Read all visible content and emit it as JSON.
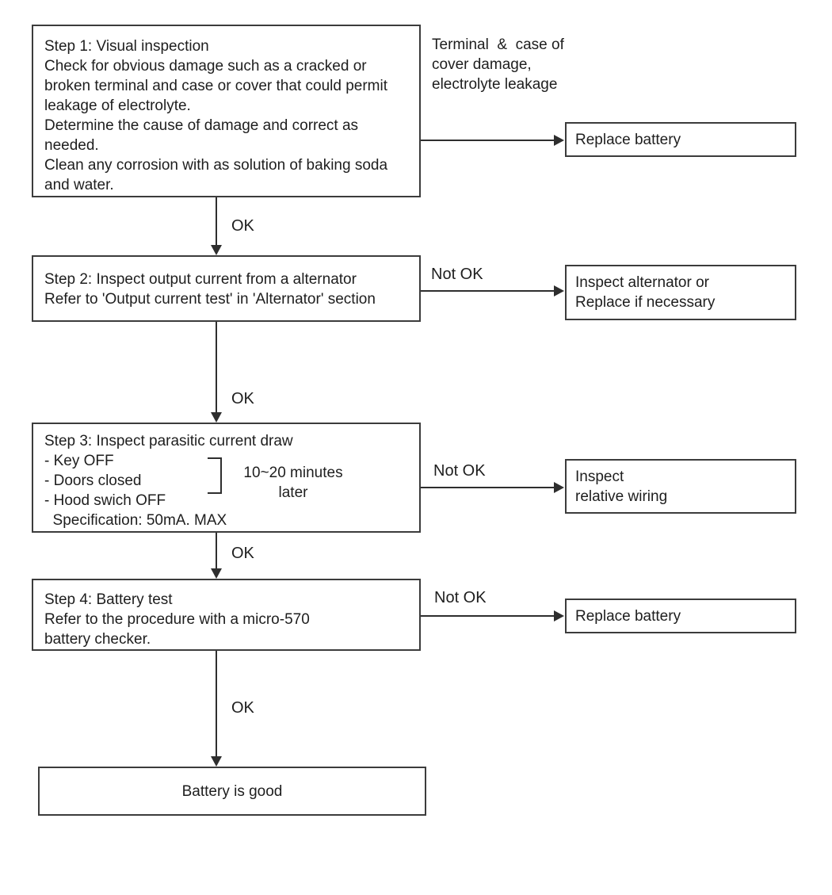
{
  "colors": {
    "background": "#ffffff",
    "box_border": "#3c3c3c",
    "connector_line": "#2e2e2e",
    "text": "#1e1e1e"
  },
  "nodes": {
    "step1": {
      "lines": [
        "Step 1: Visual inspection",
        "Check for obvious damage such as a cracked or",
        "broken terminal and case or cover that could permit",
        "leakage of electrolyte.",
        "Determine the cause of damage and correct as",
        "needed.",
        "Clean any corrosion with as solution of baking soda",
        "and water."
      ]
    },
    "terminal_note": {
      "lines": [
        "Terminal  &  case of",
        "cover damage,",
        "electrolyte leakage"
      ]
    },
    "replace_battery_1": {
      "label": "Replace battery"
    },
    "step2": {
      "lines": [
        "Step 2: Inspect output current from a alternator",
        "Refer to 'Output current test' in 'Alternator' section"
      ]
    },
    "inspect_alternator": {
      "lines": [
        "Inspect alternator or",
        "Replace if necessary"
      ]
    },
    "step3": {
      "lines": [
        "Step 3: Inspect parasitic current draw",
        "- Key OFF",
        "- Doors closed",
        "- Hood swich OFF",
        "  Specification: 50mA. MAX"
      ],
      "bracket_note": {
        "lines": [
          "10~20 minutes",
          "later"
        ]
      }
    },
    "inspect_wiring": {
      "lines": [
        "Inspect",
        "relative wiring"
      ]
    },
    "step4": {
      "lines": [
        "Step 4: Battery test",
        "Refer to the procedure with a micro-570",
        "battery checker."
      ]
    },
    "replace_battery_2": {
      "label": "Replace battery"
    },
    "battery_good": {
      "label": "Battery is good"
    }
  },
  "edges": {
    "ok_1": "OK",
    "ok_2": "OK",
    "ok_3": "OK",
    "ok_4": "OK",
    "not_ok_1": "Not OK",
    "not_ok_2": "Not OK",
    "not_ok_3": "Not OK"
  }
}
